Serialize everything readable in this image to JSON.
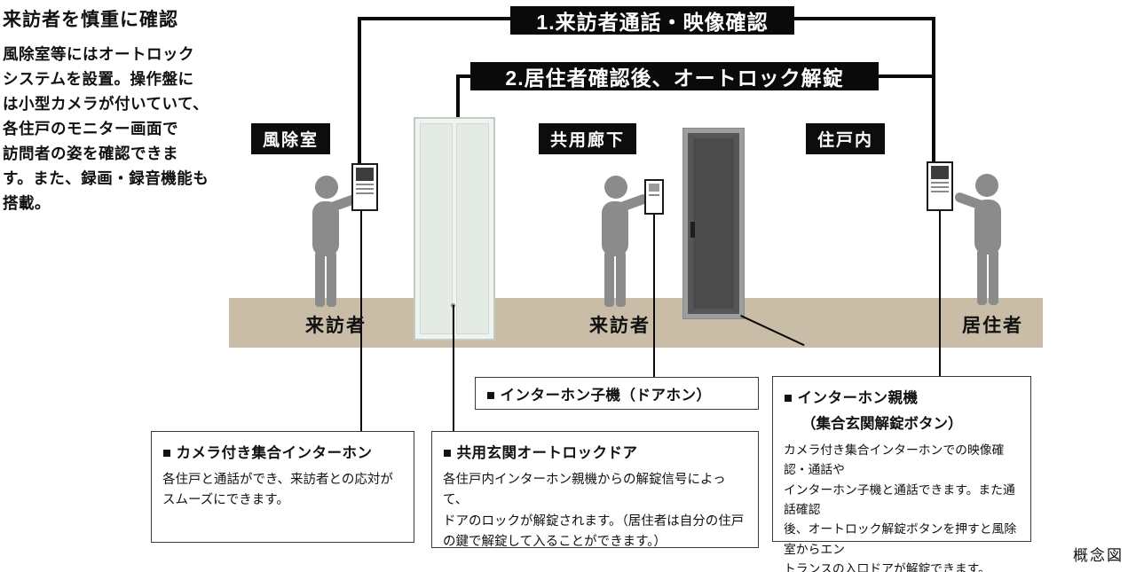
{
  "header": {
    "title": "来訪者を慎重に確認",
    "description": "風除室等にはオートロック\nシステムを設置。操作盤に\nは小型カメラが付いていて、\n各住戸のモニター画面で\n訪問者の姿を確認できま\nす。また、録画・録音機能も\n搭載。"
  },
  "flow_banners": [
    {
      "label": "1.来訪者通話・映像確認"
    },
    {
      "label": "2.居住者確認後、オートロック解錠"
    }
  ],
  "zones": [
    {
      "label": "風除室"
    },
    {
      "label": "共用廊下"
    },
    {
      "label": "住戸内"
    }
  ],
  "actors": [
    {
      "label": "来訪者"
    },
    {
      "label": "来訪者"
    },
    {
      "label": "居住者"
    }
  ],
  "callouts": {
    "camera_intercom": {
      "title": "■ カメラ付き集合インターホン",
      "body": "各住戸と通話ができ、来訪者との応対が\nスムーズにできます。"
    },
    "autolock_door": {
      "title": "■ 共用玄関オートロックドア",
      "body": "各住戸内インターホン親機からの解錠信号によって、\nドアのロックが解錠されます。（居住者は自分の住戸\nの鍵で解錠して入ることができます。）"
    },
    "doorphone": {
      "title": "■ インターホン子機（ドアホン）"
    },
    "parent_unit": {
      "title": "■ インターホン親機",
      "title2": "（集合玄関解錠ボタン）",
      "body": "カメラ付き集合インターホンでの映像確認・通話や\nインターホン子機と通話できます。また通話確認\n後、オートロック解錠ボタンを押すと風除室からエン\nトランスの入口ドアが解錠できます。"
    }
  },
  "footer": {
    "note": "概念図"
  },
  "colors": {
    "ground": "#c9bda8",
    "figure": "#8b8b8b",
    "banner_bg": "#0a0a0a",
    "glass_door": "#e4ebe5",
    "dark_door": "#565656"
  }
}
